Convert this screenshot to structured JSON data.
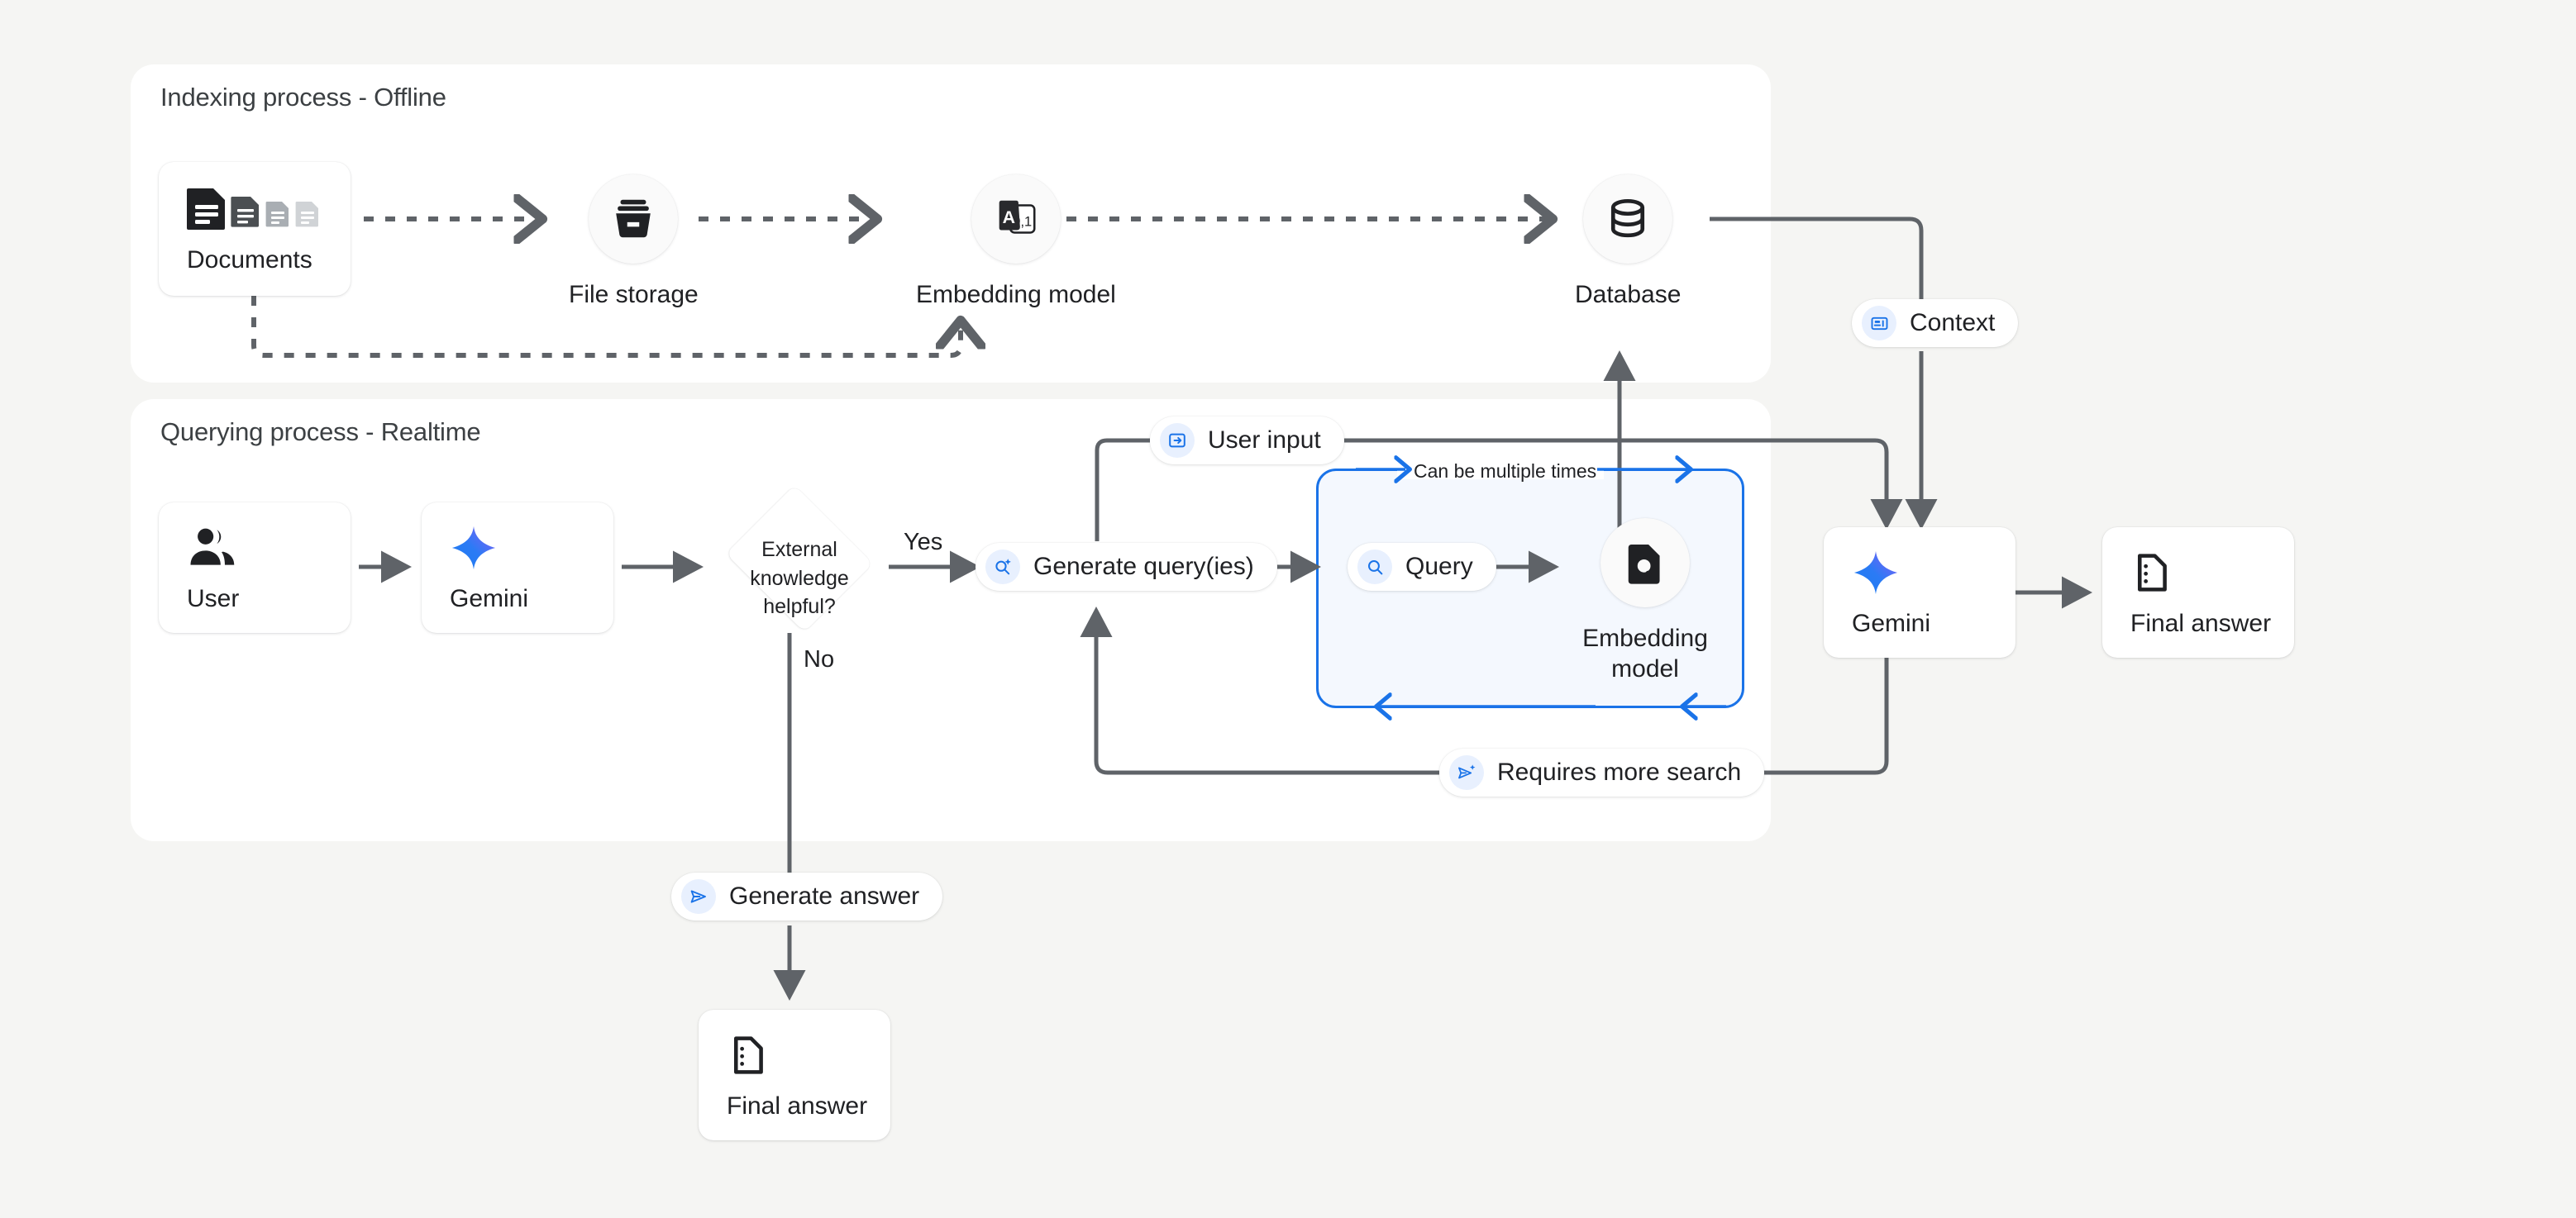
{
  "page": {
    "background": "#f5f5f3",
    "accent_blue": "#1a73e8",
    "loop_fill": "#f4f8fe",
    "wire_color": "#5f6368"
  },
  "panels": {
    "indexing": {
      "title": "Indexing process - Offline"
    },
    "querying": {
      "title": "Querying process - Realtime"
    }
  },
  "indexing": {
    "documents": {
      "label": "Documents",
      "icon": "documents-stack-icon"
    },
    "file_storage": {
      "label": "File storage",
      "icon": "archive-box-icon"
    },
    "embedding_model": {
      "label": "Embedding model",
      "icon": "text-to-vector-icon",
      "icon_text_a": "A",
      "icon_text_b": "0,1"
    },
    "database": {
      "label": "Database",
      "icon": "database-cylinder-icon"
    }
  },
  "querying": {
    "user": {
      "label": "User",
      "icon": "people-icon"
    },
    "gemini_left": {
      "label": "Gemini",
      "icon": "gemini-spark-icon"
    },
    "decision": {
      "line1": "External",
      "line2": "knowledge",
      "line3": "helpful?"
    },
    "edge_yes": "Yes",
    "edge_no": "No",
    "generate_queries": {
      "label": "Generate query(ies)",
      "icon": "search-sparkle-icon"
    },
    "user_input": {
      "label": "User input",
      "icon": "login-arrow-icon"
    },
    "loop": {
      "title": "Can be multiple times",
      "query": {
        "label": "Query",
        "icon": "search-icon"
      },
      "embedding_model": {
        "label_line1": "Embedding",
        "label_line2": "model",
        "icon": "document-search-icon"
      }
    },
    "requires_more_search": {
      "label": "Requires more search",
      "icon": "send-sparkle-icon"
    },
    "context": {
      "label": "Context",
      "icon": "context-card-icon"
    },
    "gemini_right": {
      "label": "Gemini",
      "icon": "gemini-spark-icon"
    },
    "final_answer_right": {
      "label": "Final answer",
      "icon": "answer-document-icon"
    },
    "generate_answer": {
      "label": "Generate answer",
      "icon": "send-icon"
    },
    "final_answer_bottom": {
      "label": "Final answer",
      "icon": "answer-document-icon"
    }
  }
}
